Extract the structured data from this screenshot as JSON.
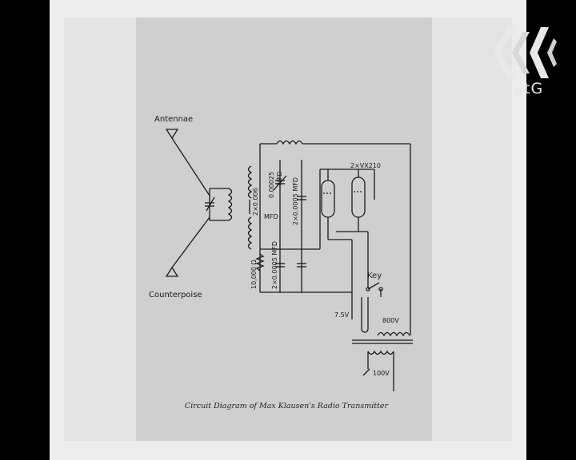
{
  "labels": {
    "antennae": "Antennae",
    "counterpoise": "Counterpoise",
    "tubes": "2×VX210",
    "cap_00025_a": "0.00025",
    "cap_00025_b": "MFD",
    "cap_0006_a": "2×0.006",
    "cap_0006_b": "MFD",
    "cap_0005_top": "2×0.0005 MFD",
    "cap_0005_bottom": "2×0.0005 MFD",
    "resistor": "10,000 Ω",
    "key": "Key",
    "v75": "7.5V",
    "v800": "800V",
    "v100": "100V"
  },
  "caption": "Circuit Diagram of Max Klausen's Radio Transmitter",
  "logo": {
    "text": "SaatG"
  }
}
